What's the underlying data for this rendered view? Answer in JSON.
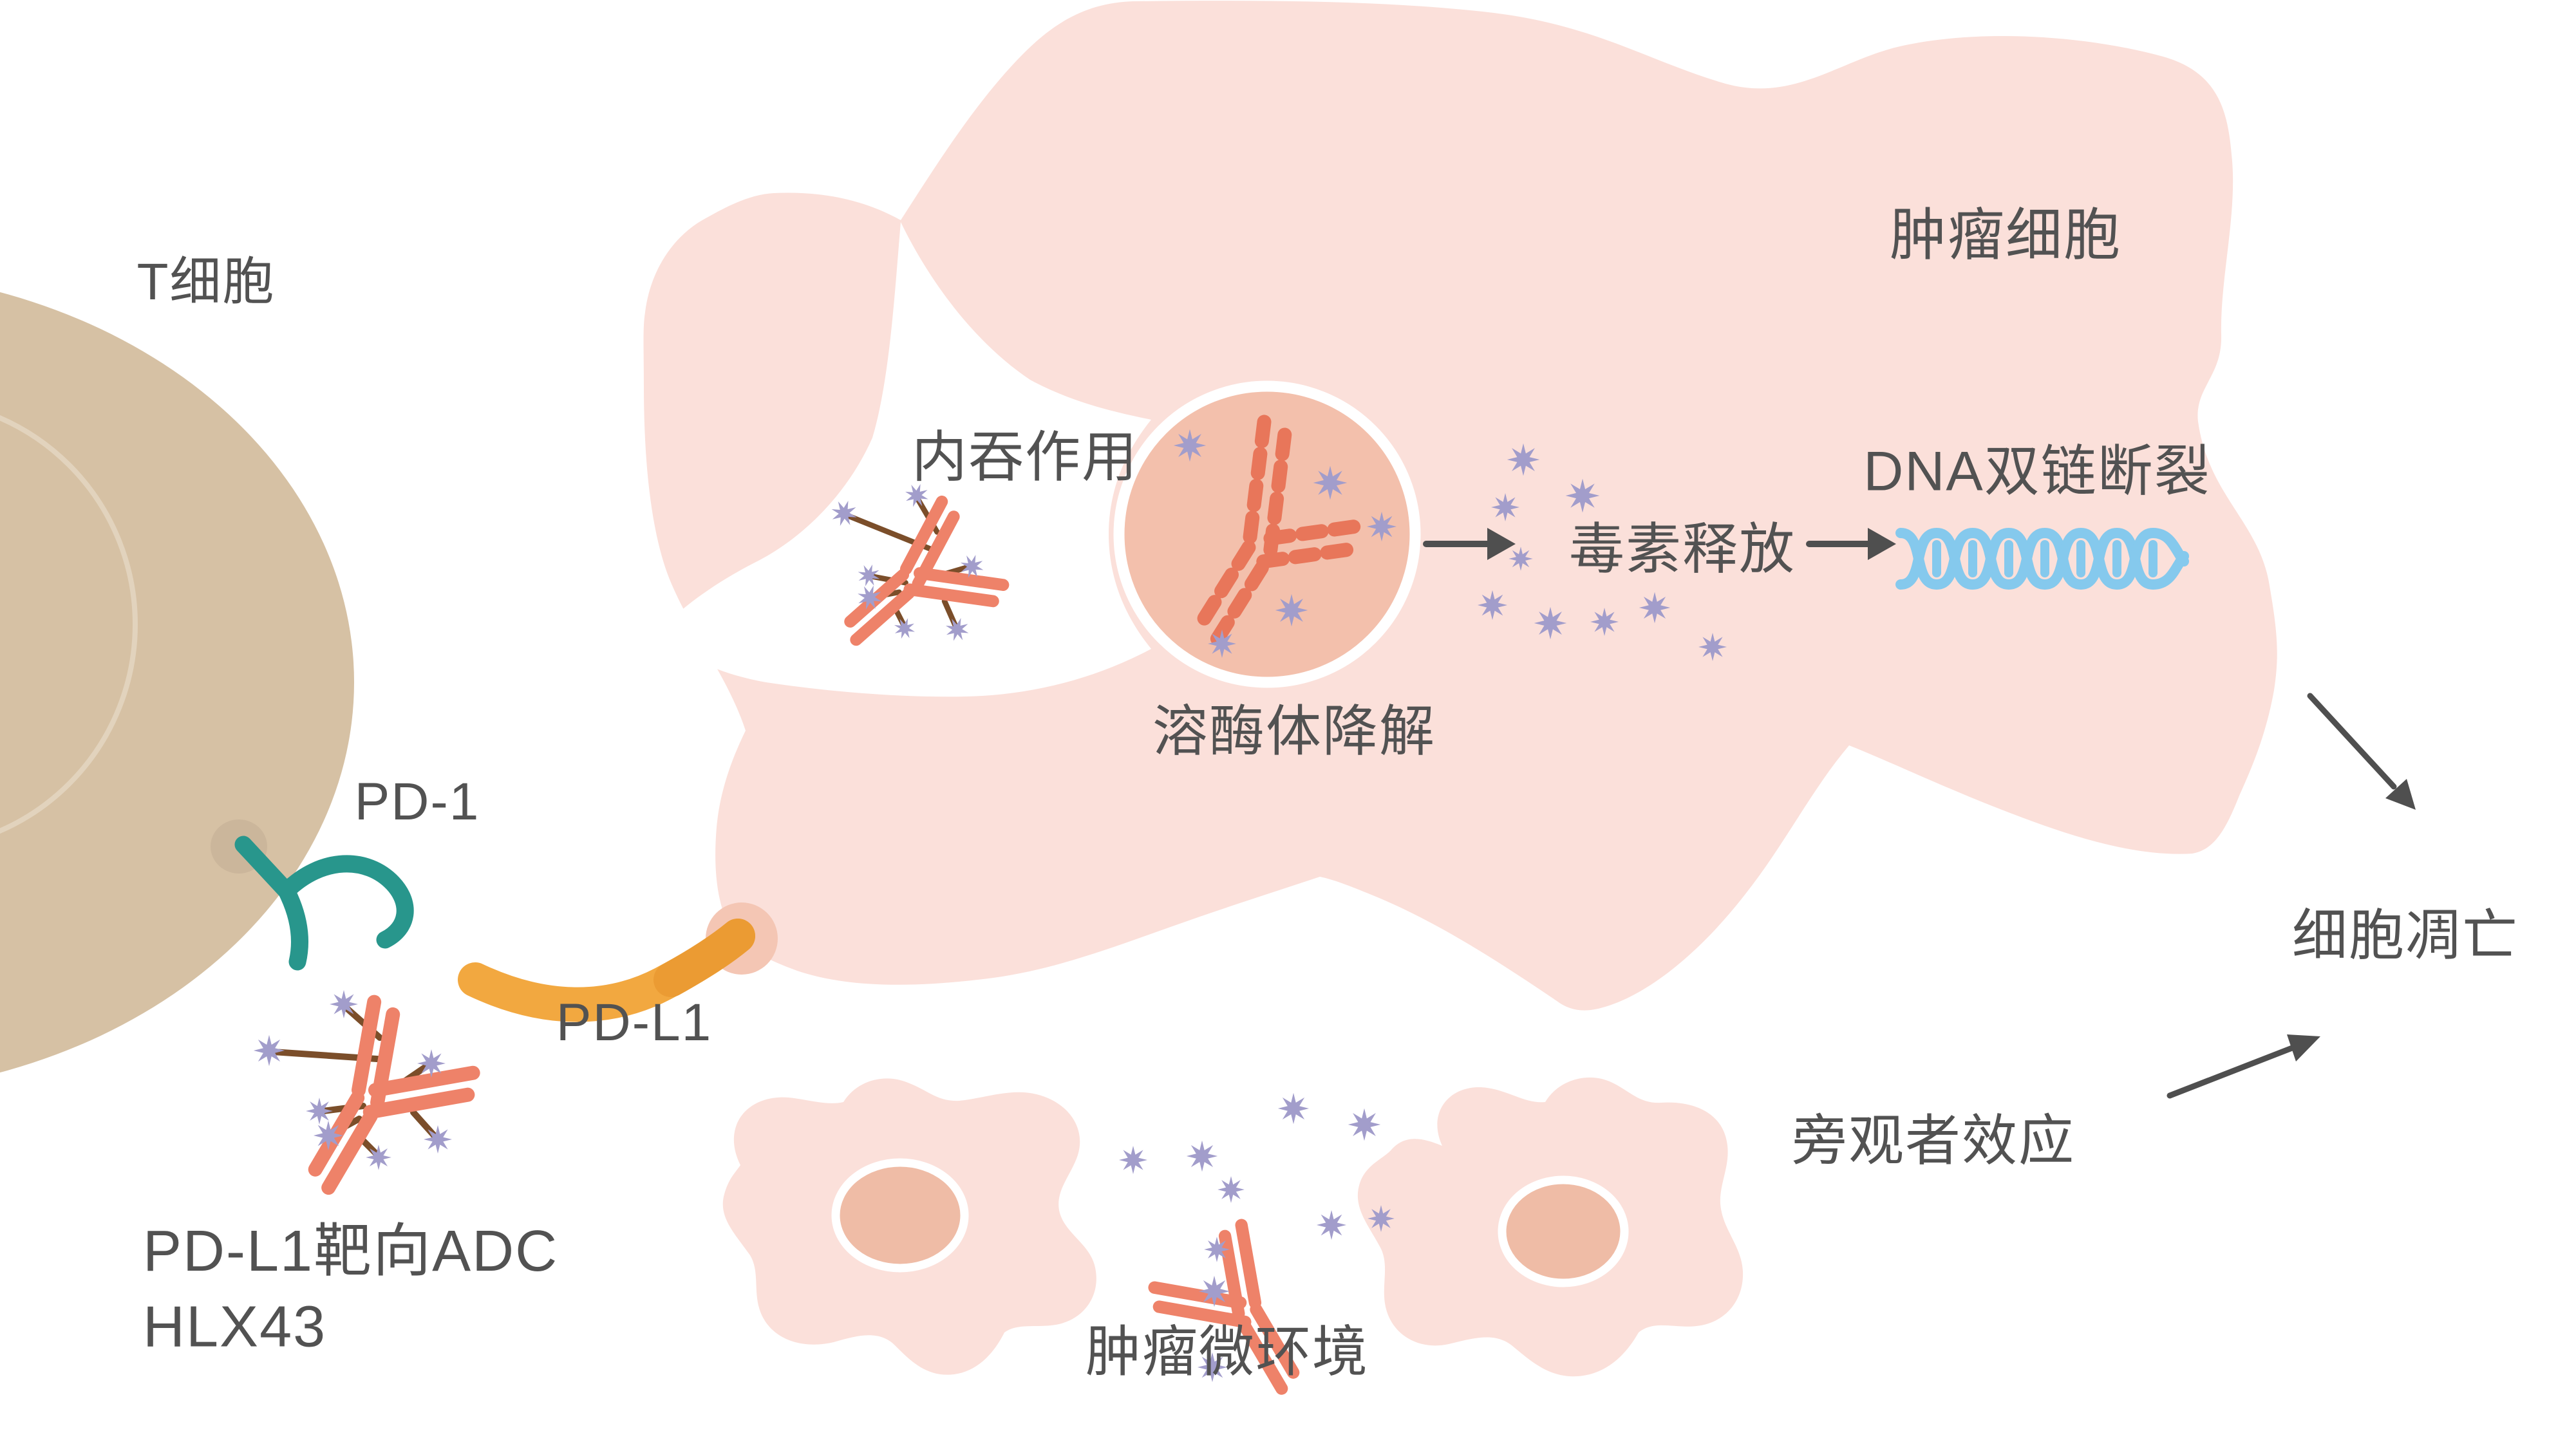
{
  "labels": {
    "t_cell": "T细胞",
    "tumor_cell": "肿瘤细胞",
    "endocytosis": "内吞作用",
    "lysosome_degradation": "溶酶体降解",
    "toxin_release": "毒素释放",
    "dna_break": "DNA双链断裂",
    "apoptosis": "细胞凋亡",
    "bystander_effect": "旁观者效应",
    "tumor_microenvironment": "肿瘤微环境",
    "pd1": "PD-1",
    "pdl1": "PD-L1",
    "adc_line1": "PD-L1靶向ADC",
    "adc_line2": "HLX43"
  },
  "colors": {
    "text_gray": "#525252",
    "arrow_gray": "#4f4f4f",
    "tumor_pink": "#fbe0da",
    "lysosome_fill": "#f3c0ac",
    "nucleus_pink": "#efbca6",
    "anchor_pink": "#f4c6b4",
    "t_cell_tan": "#d6c1a4",
    "t_cell_bump": "#cbb69b",
    "t_cell_arc": "#e2d3bd",
    "antibody_salmon": "#ee8269",
    "antibody_degraded": "#e8765a",
    "linker_brown": "#7b4e2a",
    "toxin_purple": "#a29dcb",
    "pd1_teal": "#28968c",
    "pdl1_orange": "#f2a840",
    "pdl1_orange_dark": "#eb9b33",
    "dna_blue": "#85c9ed"
  }
}
